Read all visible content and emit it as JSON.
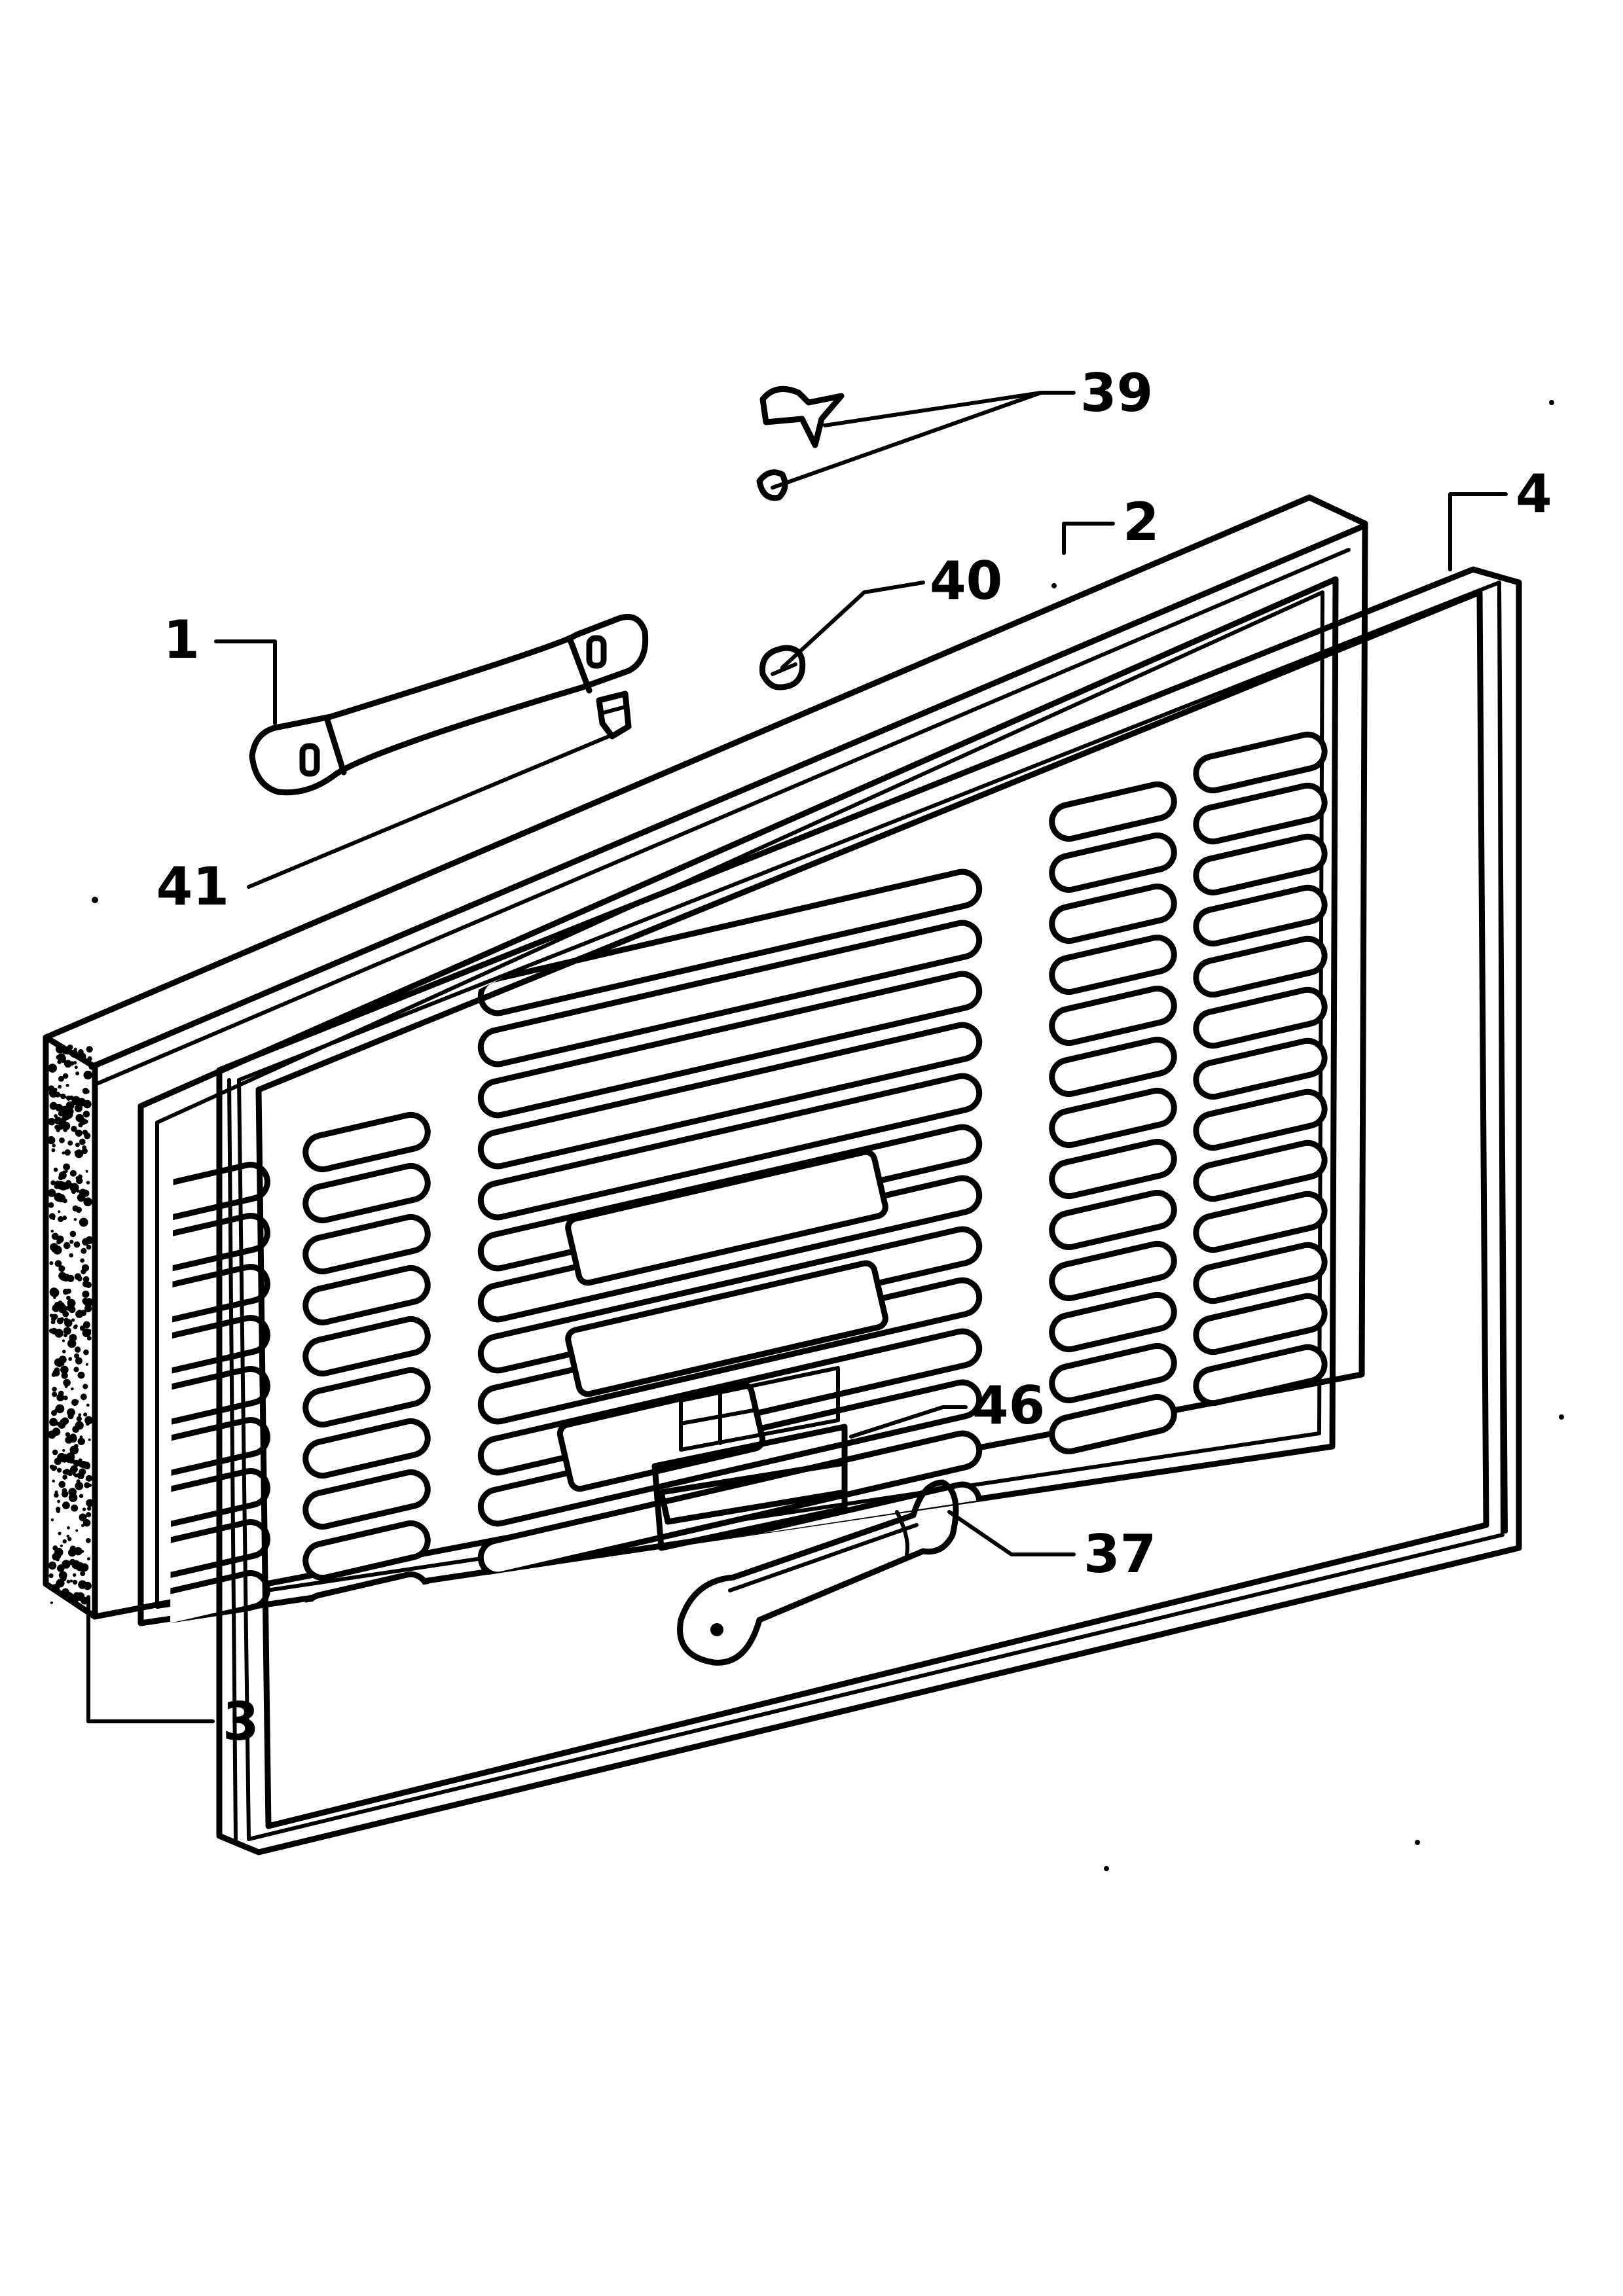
{
  "callouts": [
    {
      "id": "1",
      "label": "1"
    },
    {
      "id": "2",
      "label": "2"
    },
    {
      "id": "3",
      "label": "3"
    },
    {
      "id": "4",
      "label": "4"
    },
    {
      "id": "37",
      "label": "37"
    },
    {
      "id": "39",
      "label": "39"
    },
    {
      "id": "40",
      "label": "40"
    },
    {
      "id": "41",
      "label": "41"
    },
    {
      "id": "46",
      "label": "46"
    }
  ]
}
